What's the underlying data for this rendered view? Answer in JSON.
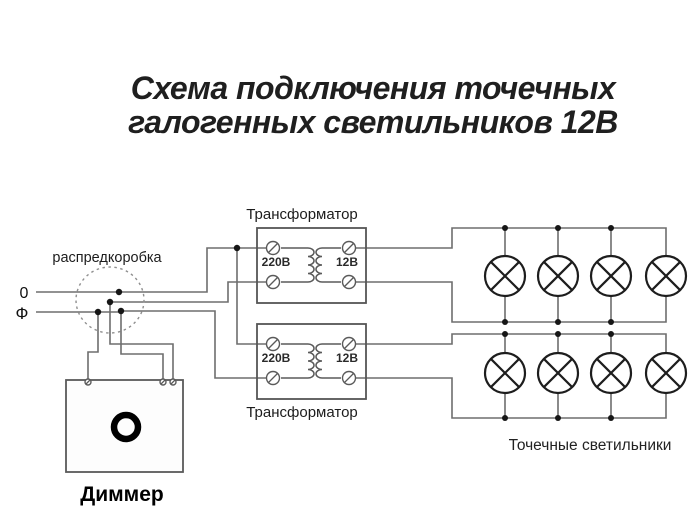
{
  "title": {
    "line1": "Схема подключения точечных",
    "line2": "галогенных светильников 12В"
  },
  "junction_box": {
    "label": "распредкоробка",
    "neutral_label": "0",
    "phase_label": "Ф"
  },
  "transformers": [
    {
      "label": "Трансформатор",
      "primary_voltage": "220В",
      "secondary_voltage": "12В"
    },
    {
      "label": "Трансформатор",
      "primary_voltage": "220В",
      "secondary_voltage": "12В"
    }
  ],
  "dimmer": {
    "label": "Диммер"
  },
  "spotlights": {
    "label": "Точечные светильники",
    "groups": 2,
    "per_group": 4
  },
  "colors": {
    "wire": "#6e6e6e",
    "symbol": "#1d1d1d",
    "text": "#1c1c1c",
    "background": "#ffffff"
  }
}
